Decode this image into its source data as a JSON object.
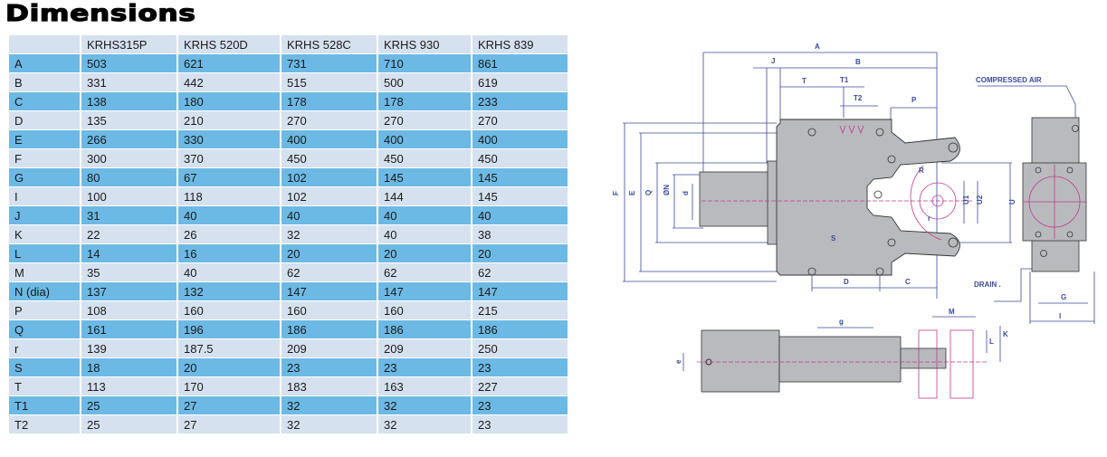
{
  "title": "Dimensions",
  "table": {
    "headers": [
      "",
      "KRHS315P",
      "KRHS 520D",
      "KRHS 528C",
      "KRHS 930",
      "KRHS 839"
    ],
    "rows": [
      [
        "A",
        "503",
        "621",
        "731",
        "710",
        "861"
      ],
      [
        "B",
        "331",
        "442",
        "515",
        "500",
        "619"
      ],
      [
        "C",
        "138",
        "180",
        "178",
        "178",
        "233"
      ],
      [
        "D",
        "135",
        "210",
        "270",
        "270",
        "270"
      ],
      [
        "E",
        "266",
        "330",
        "400",
        "400",
        "400"
      ],
      [
        "F",
        "300",
        "370",
        "450",
        "450",
        "450"
      ],
      [
        "G",
        "80",
        "67",
        "102",
        "145",
        "145"
      ],
      [
        "I",
        "100",
        "118",
        "102",
        "144",
        "145"
      ],
      [
        "J",
        "31",
        "40",
        "40",
        "40",
        "40"
      ],
      [
        "K",
        "22",
        "26",
        "32",
        "40",
        "38"
      ],
      [
        "L",
        "14",
        "16",
        "20",
        "20",
        "20"
      ],
      [
        "M",
        "35",
        "40",
        "62",
        "62",
        "62"
      ],
      [
        "N (dia)",
        "137",
        "132",
        "147",
        "147",
        "147"
      ],
      [
        "P",
        "108",
        "160",
        "160",
        "160",
        "215"
      ],
      [
        "Q",
        "161",
        "196",
        "186",
        "186",
        "186"
      ],
      [
        "r",
        "139",
        "187.5",
        "209",
        "209",
        "250"
      ],
      [
        "S",
        "18",
        "20",
        "23",
        "23",
        "23"
      ],
      [
        "T",
        "113",
        "170",
        "183",
        "163",
        "227"
      ],
      [
        "T1",
        "25",
        "27",
        "32",
        "32",
        "23"
      ],
      [
        "T2",
        "25",
        "27",
        "32",
        "32",
        "23"
      ]
    ]
  },
  "diagram": {
    "labels": {
      "A": "A",
      "B": "B",
      "J": "J",
      "T": "T",
      "T1": "T1",
      "T2": "T2",
      "P": "P",
      "F": "F",
      "E": "E",
      "Q": "Q",
      "N": "ØN",
      "d": "d",
      "R": "R",
      "U1": "U1",
      "U2": "U2",
      "U": "U",
      "r": "r",
      "S": "S",
      "D": "D",
      "C": "C",
      "G": "G",
      "I": "I",
      "g": "g",
      "M": "M",
      "L": "L",
      "K": "K",
      "e": "e"
    },
    "compressed_air": "COMPRESSED AIR",
    "drain": "DRAIN ."
  },
  "colors": {
    "blue_row": "#6cb9e5",
    "light_row": "#d6e1ef",
    "dim_line": "#3b4a9a",
    "center_line": "#c0398f",
    "body": "#b9babd"
  }
}
